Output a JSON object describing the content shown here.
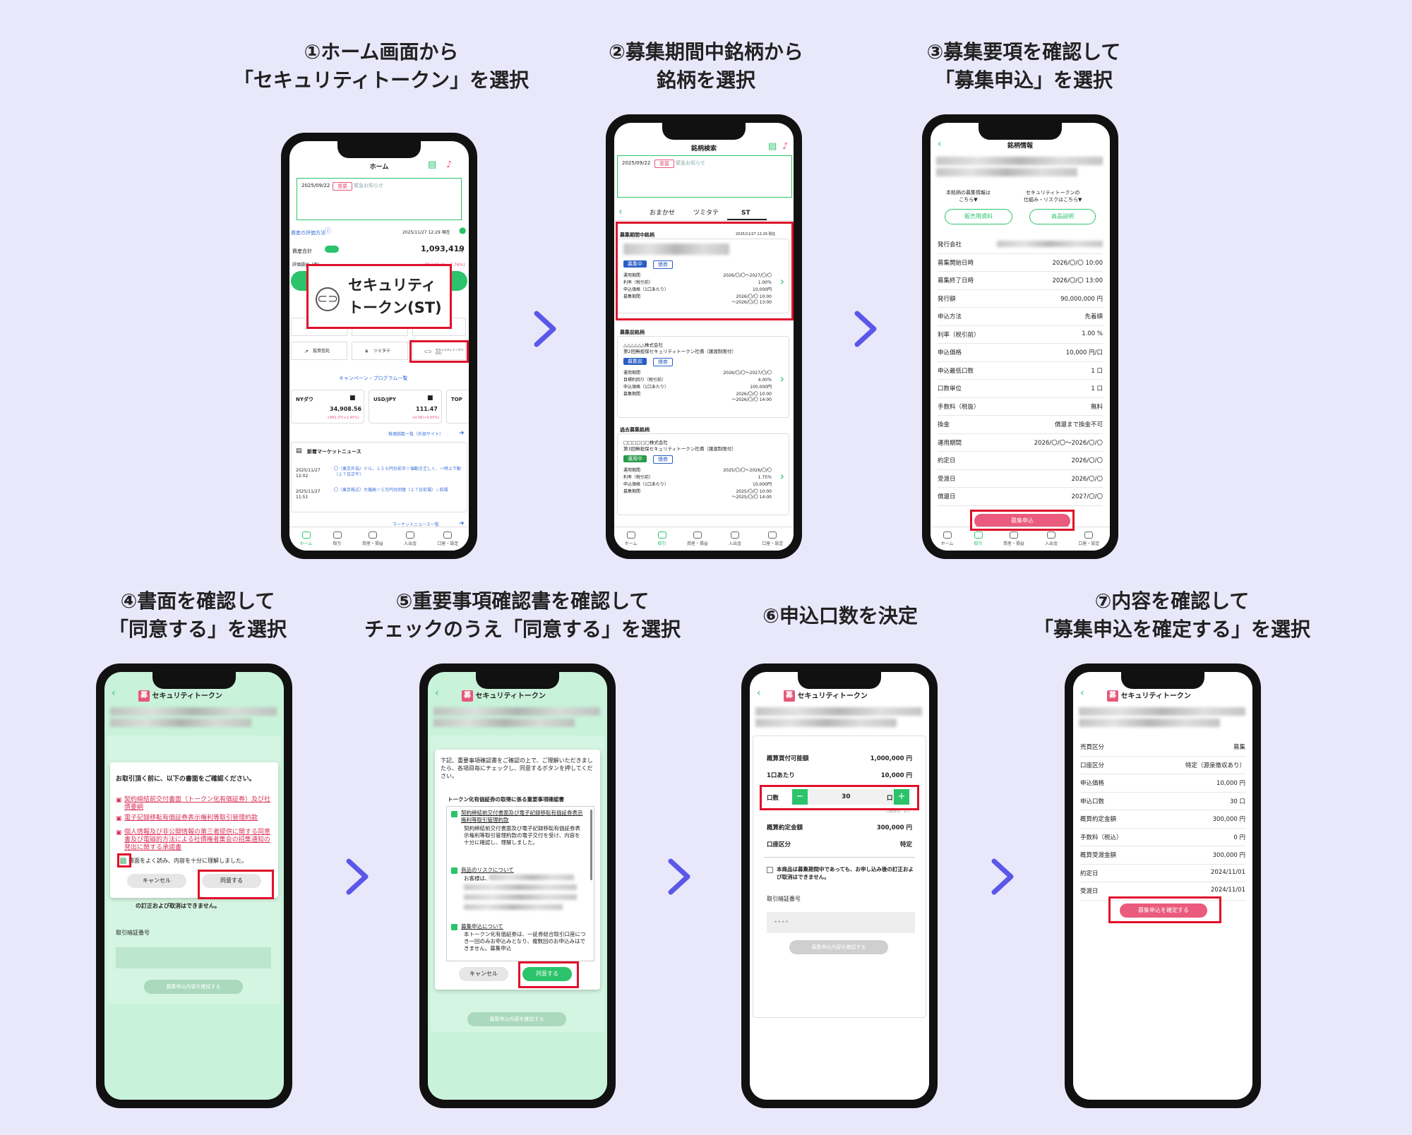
{
  "captions": {
    "c1": [
      "①ホーム画面から",
      "「セキュリティトークン」を選択"
    ],
    "c2": [
      "②募集期間中銘柄から",
      "銘柄を選択"
    ],
    "c3": [
      "③募集要項を確認して",
      "「募集申込」を選択"
    ],
    "c4": [
      "④書面を確認して",
      "「同意する」を選択"
    ],
    "c5": [
      "⑤重要事項確認書を確認して",
      "チェックのうえ「同意する」を選択"
    ],
    "c6": [
      "⑥申込口数を決定"
    ],
    "c7": [
      "⑦内容を確認して",
      "「募集申込を確定する」を選択"
    ]
  },
  "nav": [
    "ホーム",
    "取引",
    "資産・損益",
    "入出金",
    "口座・設定"
  ],
  "p1": {
    "title": "ホーム",
    "notice_date": "2025/09/22",
    "notice_badge": "重要",
    "notice_text": "緊急お知らせ",
    "eval_link": "資産の評価方法",
    "asof": "2025/11/27 12:29 現在",
    "total_label": "資産合計",
    "total_value": "1,093,419",
    "total_unit": "円",
    "pl_label": "評価損益（率）",
    "pl_value": "+78,642",
    "pl_pct": "(%+7.76%)",
    "callout_line1": "セキュリティ",
    "callout_line2": "トークン(ST)",
    "menu": [
      "投資信託",
      "ツミタテ"
    ],
    "st_tile_label": "セキュリティトークン(ST)",
    "campaign": "キャンペーン・プログラム一覧",
    "tickers": [
      {
        "name": "NYダウ",
        "value": "34,908.56",
        "chg": "+891.07(+1.45%)"
      },
      {
        "name": "USD/JPY",
        "value": "111.47",
        "chg": "+0.06(+0.05%)"
      },
      {
        "name": "TOP",
        "value": "",
        "chg": ""
      }
    ],
    "index_link": "株価指数一覧（外部サイト）",
    "news_title": "新着マーケットニュース",
    "news": [
      {
        "date": "2025/11/27",
        "time": "12:02",
        "text": "〇〈東京外為〉ドル、１５６円台前半＝値動き乏しく、一時上下動（２７日正午）"
      },
      {
        "date": "2025/11/27",
        "time": "11:51",
        "text": "〇〈東京株式〉大幅高＝５万円台回復（２７日前場）☆前場"
      }
    ],
    "news_link": "マーケットニュース一覧"
  },
  "p2": {
    "title": "銘柄検索",
    "notice_date": "2025/09/22",
    "notice_badge": "重要",
    "notice_text": "緊急お知らせ",
    "tabs": [
      "おまかせ",
      "ツミタテ",
      "ST"
    ],
    "sec1": "募集期間中銘柄",
    "sec1_asof": "2025/11/27 12:29 現在",
    "sec2": "募集前銘柄",
    "sec3": "過去募集銘柄",
    "items": [
      {
        "company": "",
        "product": "",
        "status": "募集中",
        "kind": "債券",
        "rows": [
          [
            "運用期間",
            "2026/〇/〇〜2027/〇/〇"
          ],
          [
            "利率（税引前）",
            "1.00％"
          ],
          [
            "申込価格（1口あたり）",
            "10,000円"
          ],
          [
            "募集期間",
            "2026/〇/〇 10:00"
          ]
        ],
        "extra": "〜2026/〇/〇 13:00"
      },
      {
        "company": "△△△△△△株式会社",
        "product": "第2回無担保セキュリティトークン社債（譲渡制限付）",
        "status": "募集前",
        "kind": "債券",
        "rows": [
          [
            "運用期間",
            "2026/〇/〇〜2027/〇/〇"
          ],
          [
            "目標利回り（税引前）",
            "4.00％"
          ],
          [
            "申込価格（1口あたり）",
            "100,000円"
          ],
          [
            "募集期間",
            "2026/〇/〇 10:00"
          ]
        ],
        "extra": "〜2026/〇/〇 14:00"
      },
      {
        "company": "□□□□□□株式会社",
        "product": "第3回無担保セキュリティトークン社債（譲渡制限付）",
        "status": "運用中",
        "kind": "債券",
        "rows": [
          [
            "運用期間",
            "2025/〇/〇〜2026/〇/〇"
          ],
          [
            "利率（税引前）",
            "1.75％"
          ],
          [
            "申込価格（1口あたり）",
            "10,000円"
          ],
          [
            "募集期間",
            "2025/〇/〇 10:00"
          ]
        ],
        "extra": "〜2025/〇/〇 14:00"
      }
    ]
  },
  "p3": {
    "title": "銘柄情報",
    "link1": "本銘柄の募集情報は\nこちら▼",
    "link2": "セキュリティトークンの\n仕組み・リスクはこちら▼",
    "btn1": "販売用資料",
    "btn2": "商品説明",
    "rows": [
      [
        "発行会社",
        ""
      ],
      [
        "募集開始日時",
        "2026/〇/〇 10:00"
      ],
      [
        "募集終了日時",
        "2026/〇/〇 13:00"
      ],
      [
        "発行額",
        "90,000,000 円"
      ],
      [
        "申込方法",
        "先着順"
      ],
      [
        "利率（税引前）",
        "1.00 %"
      ],
      [
        "申込価格",
        "10,000 円/口"
      ],
      [
        "申込最低口数",
        "1 口"
      ],
      [
        "口数単位",
        "1 口"
      ],
      [
        "手数料（税抜）",
        "無料"
      ],
      [
        "換金",
        "償還まで換金不可"
      ],
      [
        "運用期間",
        "2026/〇/〇〜2026/〇/〇"
      ],
      [
        "約定日",
        "2026/〇/〇"
      ],
      [
        "受渡日",
        "2026/〇/〇"
      ],
      [
        "償還日",
        "2027/〇/〇"
      ]
    ],
    "apply": "募集申込"
  },
  "common": {
    "icon_char": "募",
    "header": "セキュリティトークン",
    "confirm_btn": "募集申込内容を確認する",
    "txn_pwd": "取引暗証番号",
    "pwd_mask": "••••"
  },
  "p4": {
    "intro": "お取引頂く前に、以下の書面をご確認ください。",
    "docs": [
      "契約締結前交付書面（トークン化有価証券）及び社債要綱",
      "電子記録移転有価証券表示権利等取引管理約款",
      "個人情報及び非公開情報の第三者提供に関する同意書及び電磁的方法による社債権者集会の招集通知の発出に関する承諾書"
    ],
    "check": "書面をよく読み、内容を十分に理解しました。",
    "cancel": "キャンセル",
    "agree": "同意する",
    "below": "の訂正および取消はできません。"
  },
  "p5": {
    "intro": "下記、重要事項確認書をご確認の上で、ご理解いただきましたら、各項目毎にチェックし、同意するボタンを押してください。",
    "heading": "トークン化有価証券の取得に係る重要事項確認書",
    "items": [
      {
        "title": "契約締結前交付書面及び電子記録移転有価証券表示権利等取引管理約款",
        "body": "契約締結前交付書面及び電子記録移転有価証券表示権利等取引管理約款の電子交付を受け、内容を十分に確認し、理解しました。"
      },
      {
        "title": "商品のリスクについて",
        "body": "お客様は、"
      },
      {
        "title": "募集申込について",
        "body": "本トークン化有価証券は、一証券総合取引口座につき一回のみお申込みとなり、複数回のお申込みはできません。募集申込"
      }
    ],
    "cancel": "キャンセル",
    "agree": "同意する"
  },
  "p6": {
    "rows": [
      [
        "概算買付可能額",
        "1,000,000 円"
      ],
      [
        "1口あたり",
        "10,000 円"
      ]
    ],
    "qty_label": "口数",
    "qty": "30",
    "qty_unit": "口",
    "qty_hint": "口数単位：1口",
    "rows2": [
      [
        "概算約定金額",
        "300,000 円"
      ],
      [
        "口座区分",
        "特定"
      ]
    ],
    "notice": "本商品は募集期間中であっても、お申し込み後の訂正および取消はできません。"
  },
  "p7": {
    "rows": [
      [
        "売買区分",
        "募集"
      ],
      [
        "口座区分",
        "特定（源泉徴収あり）"
      ],
      [
        "申込価格",
        "10,000 円"
      ],
      [
        "申込口数",
        "30 口"
      ],
      [
        "概算約定金額",
        "300,000 円"
      ],
      [
        "手数料（税込）",
        "0 円"
      ],
      [
        "概算受渡金額",
        "300,000 円"
      ],
      [
        "約定日",
        "2024/11/01"
      ],
      [
        "受渡日",
        "2024/11/01"
      ]
    ],
    "confirm": "募集申込を確定する"
  },
  "colors": {
    "bg": "#e9e8fb",
    "arrow": "#5b57e8",
    "highlight": "#e0102b",
    "green": "#2bc36b",
    "pink": "#ea5b7d",
    "screen_green": "#c9f2da"
  }
}
